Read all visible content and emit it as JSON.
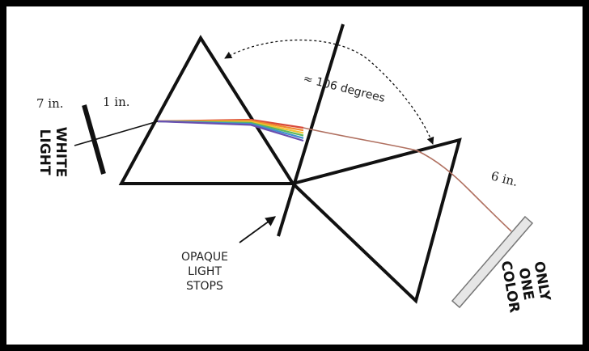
{
  "labels": {
    "white_light": [
      "WHITE",
      "LIGHT"
    ],
    "distance_7in": "7 in.",
    "distance_1in": "1 in.",
    "distance_6in": "6 in.",
    "angle": "≈ 106 degrees",
    "opaque_light_stops": [
      "OPAQUE",
      "LIGHT",
      "STOPS"
    ],
    "only_one_color": [
      "ONLY",
      "ONE",
      "COLOR"
    ]
  },
  "colors": {
    "frame": "#000000",
    "line": "#111111",
    "red_ray": "#b07060",
    "screen_fill": "#e6e6e6",
    "screen_stroke": "#777777",
    "spectrum": [
      "#d94a3a",
      "#f08a30",
      "#f2c230",
      "#5cb85c",
      "#3f8fd0",
      "#6a4fb0"
    ]
  }
}
